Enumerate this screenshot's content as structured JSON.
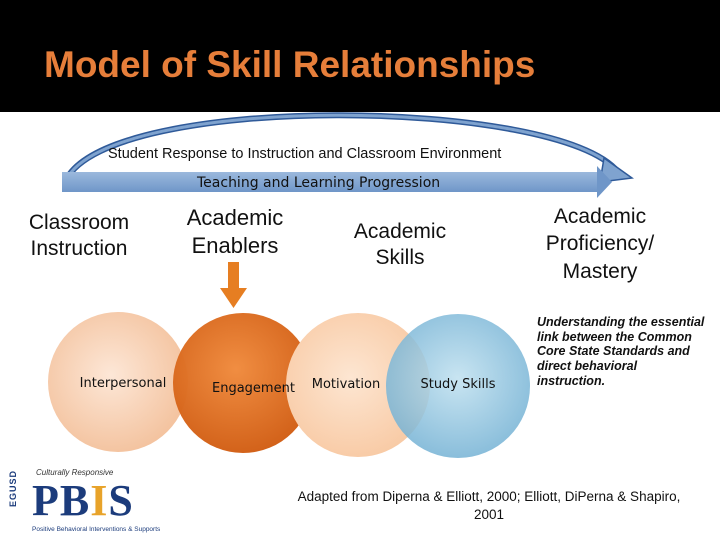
{
  "title": "Model of Skill Relationships",
  "top_arrow_label": "Student Response to Instruction and Classroom Environment",
  "progression_label": "Teaching and Learning Progression",
  "columns": {
    "c1": "Classroom Instruction",
    "c2": "Academic Enablers",
    "c3": "Academic Skills",
    "c4": "Academic Proficiency/ Mastery"
  },
  "circles": {
    "interpersonal": "Interpersonal",
    "engagement": "Engagement",
    "motivation": "Motivation",
    "study_skills": "Study Skills"
  },
  "description": "Understanding the essential link between the Common Core State Standards and direct behavioral instruction.",
  "citation": "Adapted from Diperna & Elliott, 2000; Elliott, DiPerna & Shapiro, 2001",
  "logo": {
    "side_text": "EGUSD",
    "top_text": "Culturally Responsive",
    "main_text_a": "PB",
    "main_text_i": "I",
    "main_text_b": "S",
    "bottom_text": "Positive Behavioral Interventions & Supports"
  },
  "colors": {
    "title": "#e67e3a",
    "title_bar": "#000000",
    "arrow_blue": "#7fa3cf",
    "arrow_stroke": "#2f5a99",
    "down_arrow": "#e67e22",
    "interpersonal": "#f7cfb4",
    "engagement": "#e46c1c",
    "motivation": "#fbd5b7",
    "study_skills": "#8fc3de"
  }
}
